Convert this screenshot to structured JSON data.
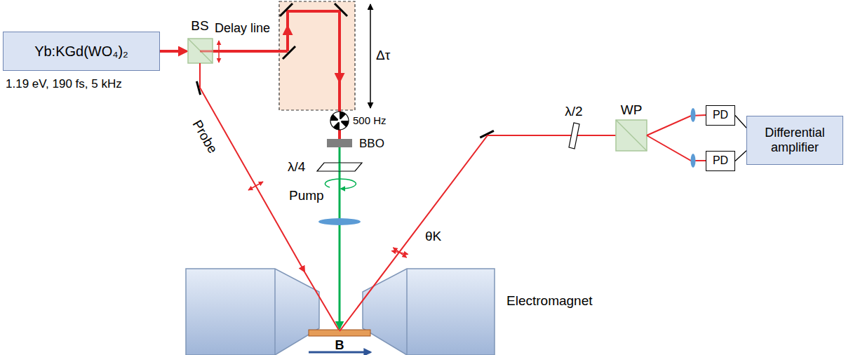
{
  "diagram": {
    "nodes": [
      {
        "text": [
          "Yb:KGd(WO₄)₂"
        ]
      },
      {
        "text": [
          "PD"
        ]
      },
      {
        "text": [
          "PD"
        ]
      },
      {
        "text": [
          "Differential amplifier"
        ]
      }
    ],
    "edges": [
      {
        "from": 1,
        "to": 3,
        "arrow": "none"
      },
      {
        "from": 2,
        "to": 3,
        "arrow": "none"
      }
    ],
    "labels": [
      "Delay line",
      "Δτ",
      "BS",
      "500 Hz",
      "1.19 eV, 190 fs, 5 kHz",
      "BBO",
      "λ/4",
      "Probe",
      "Pump",
      "θK",
      "λ/2",
      "WP",
      "Electromagnet",
      "B"
    ]
  }
}
